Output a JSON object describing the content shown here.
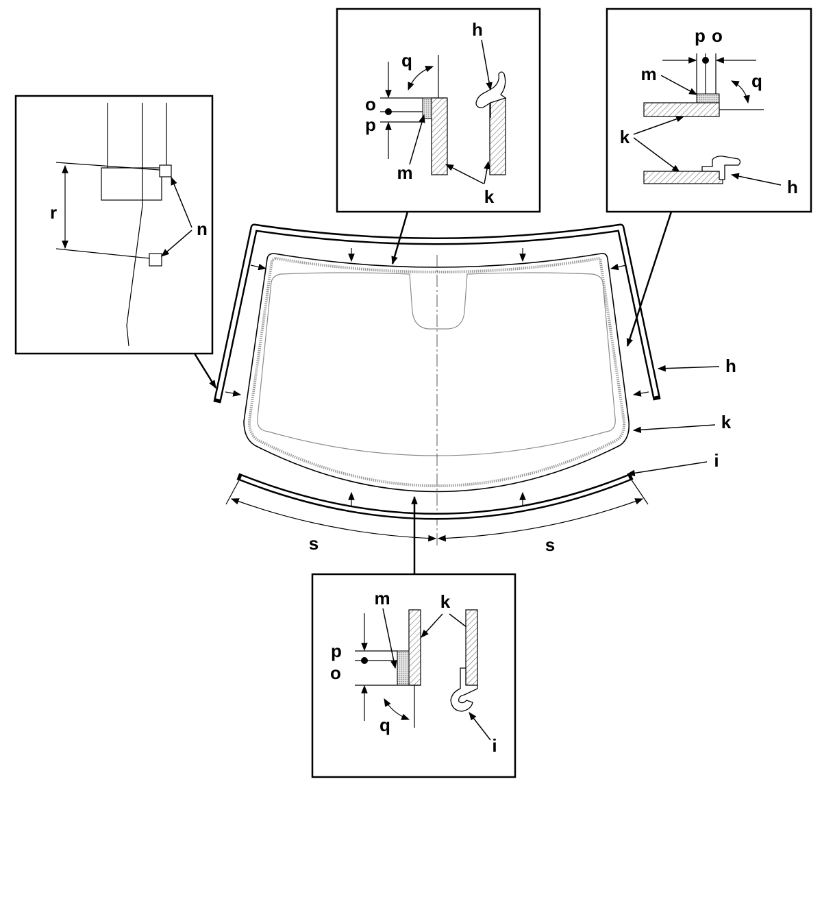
{
  "labels": {
    "h": "h",
    "i": "i",
    "k": "k",
    "m": "m",
    "n": "n",
    "o": "o",
    "p": "p",
    "q": "q",
    "r": "r",
    "s": "s"
  }
}
